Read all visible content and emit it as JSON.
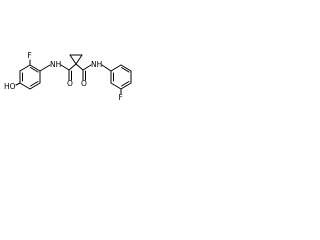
{
  "molecule": {
    "atoms": {
      "fluoro_left": "F",
      "hydroxy": "HO",
      "amide_nh_left": "NH",
      "amide_o_left": "O",
      "amide_o_right": "O",
      "amide_nh_right": "NH",
      "fluoro_right": "F"
    }
  }
}
